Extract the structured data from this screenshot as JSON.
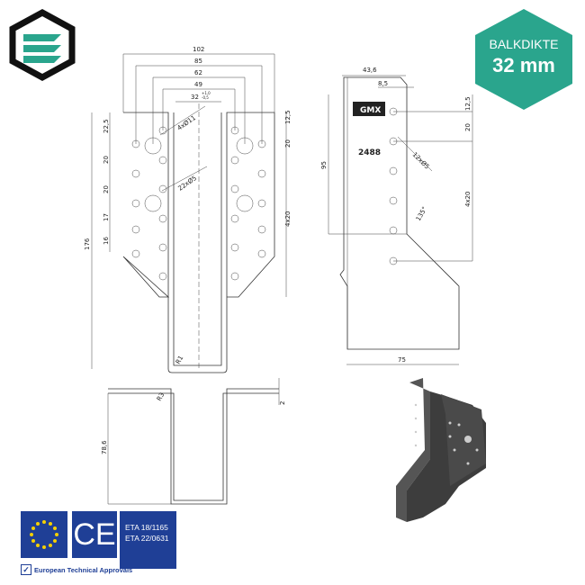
{
  "badge": {
    "label": "BALKDIKTE",
    "value": "32 mm",
    "color": "#2aa58d"
  },
  "front_view": {
    "widths": [
      "102",
      "85",
      "62",
      "49",
      "32"
    ],
    "tol_32": [
      "+1,0",
      "-0,5"
    ],
    "holes_large": "4xØ11",
    "holes_small": "22xØ5",
    "left_spacings": [
      "22,5",
      "20",
      "20",
      "17",
      "16"
    ],
    "right_spacings": [
      "12,5",
      "20",
      "4x20"
    ],
    "height": "176",
    "radius": "R1"
  },
  "side_view": {
    "width_top": "43,6",
    "offset": "8,5",
    "height": "95",
    "spacings": [
      "12,5",
      "20",
      "4x20"
    ],
    "holes": "12xØ5",
    "angle": "135°",
    "bottom_width": "75",
    "stamp_brand": "GMX",
    "stamp_code": "2488"
  },
  "bottom_view": {
    "depth": "78,6",
    "radius": "R3",
    "thickness": "2"
  },
  "certifications": {
    "eta": [
      "ETA 18/1165",
      "ETA 22/0631"
    ],
    "ce": "CE",
    "approval_label": "European Technical Approvals",
    "eu_color": "#1f3f96"
  }
}
